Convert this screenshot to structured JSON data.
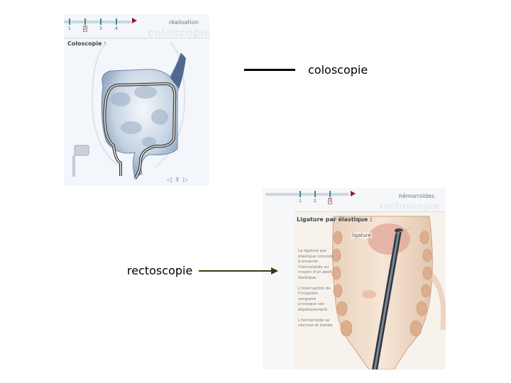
{
  "colonoscopy_panel": {
    "section_label": "réalisation",
    "watermark": "coloscopie",
    "title": "Coloscopie :",
    "steps": [
      "1",
      "2",
      "3",
      "4"
    ],
    "footer": "...",
    "controls": [
      "previous-icon",
      "pause-icon",
      "next-icon"
    ]
  },
  "rectoscopy_panel": {
    "section_label": "hémorroïdes",
    "watermark": "rectoscopie",
    "title": "Ligature par élastique :",
    "steps": [
      "1",
      "2",
      "3"
    ],
    "figure_label": "ligature",
    "description": [
      "La ligature par élastique consiste à enserrer l'hémorroïde au moyen d'un petit élastique.",
      "L'interruption de l'irrigation sanguine provoque son dépérissement.",
      "L'hémorroïde se nécrose et tombe."
    ]
  },
  "captions": {
    "top": "coloscopie",
    "bottom": "rectoscopie"
  },
  "colors": {
    "line": "#000000",
    "arrow": "#3a3a10",
    "accent": "#8a1d2c",
    "tick": "#3f8f84"
  }
}
